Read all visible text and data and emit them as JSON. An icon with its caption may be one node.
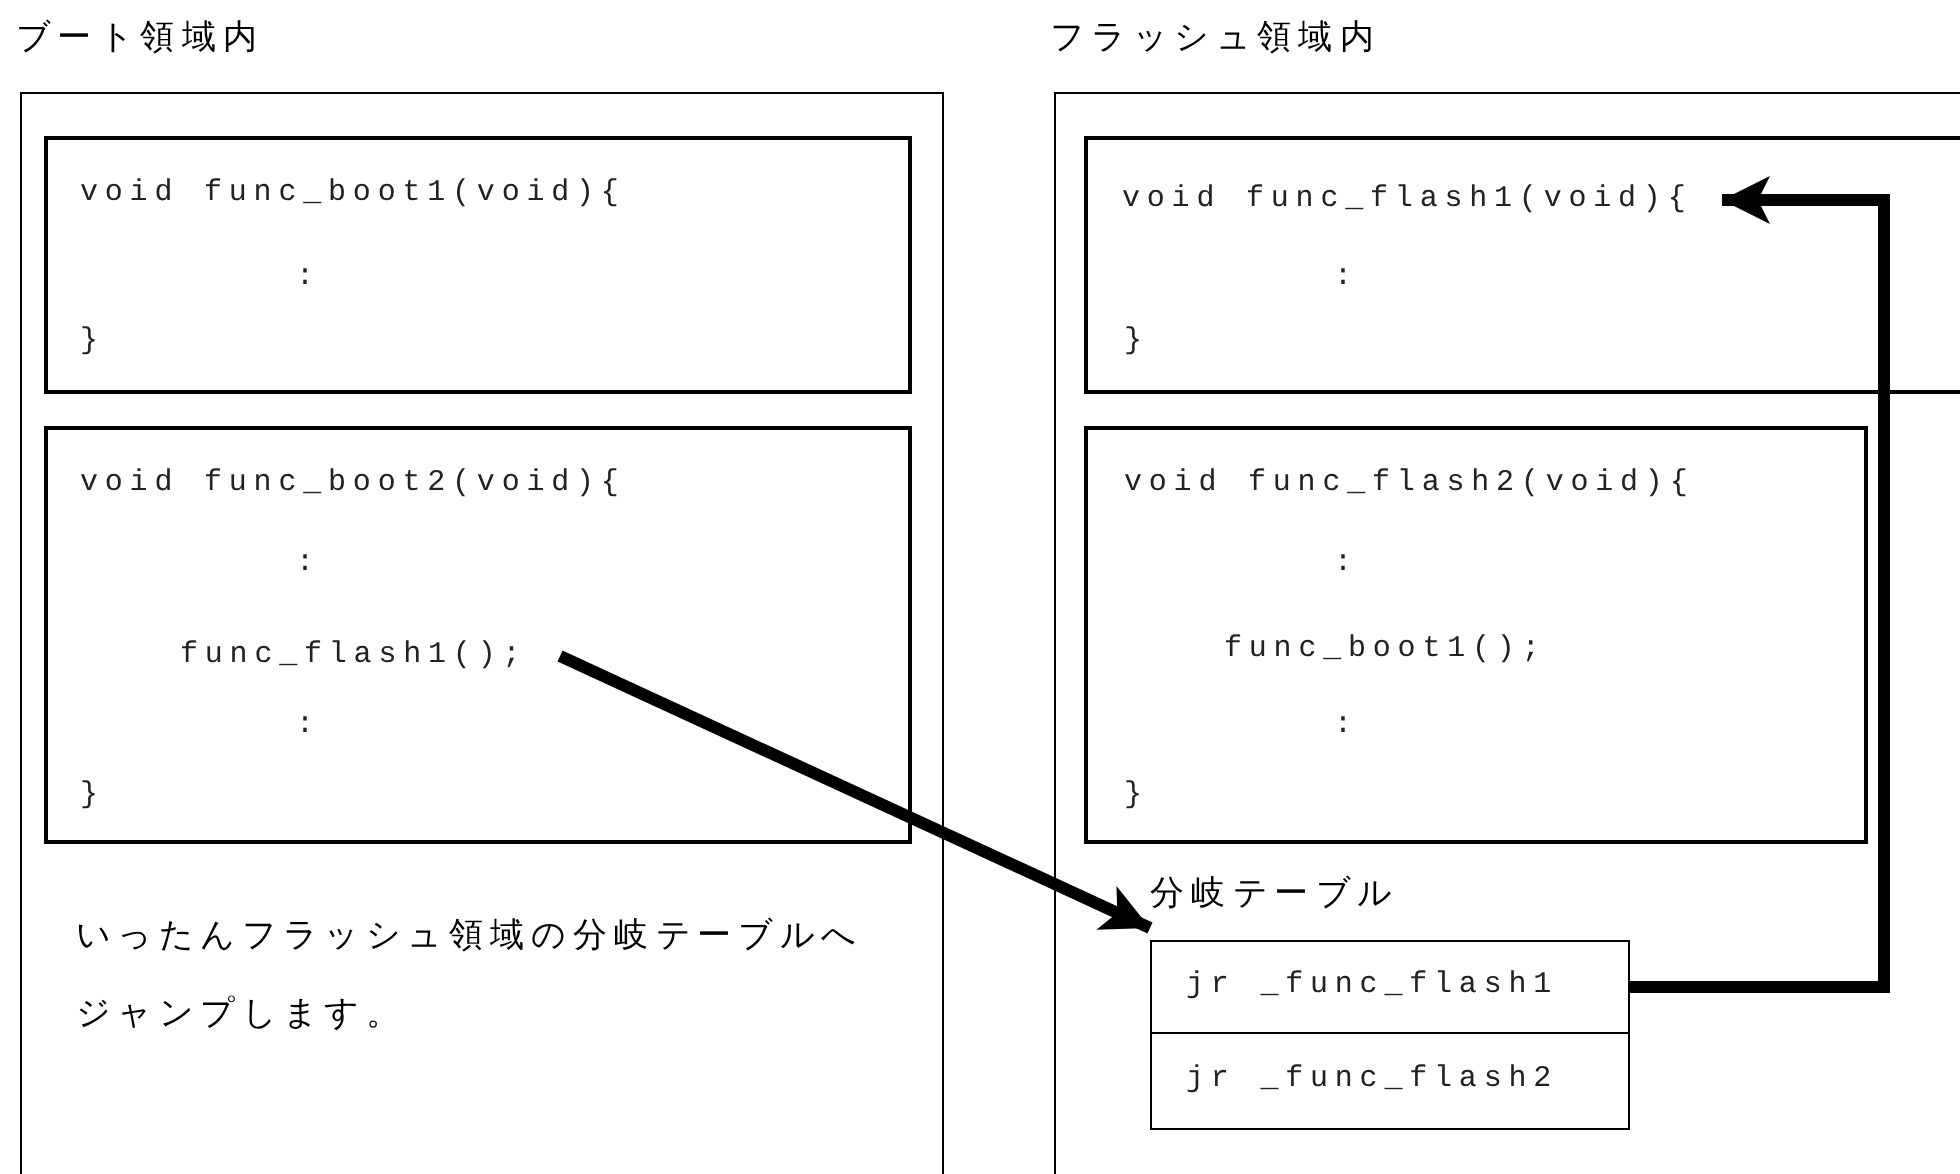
{
  "diagram": {
    "nodes": [
      {
        "text": [
          "ブート領域内"
        ]
      },
      {
        "text": [
          "void func_boot1(void){",
          ":",
          "}"
        ],
        "in": 0
      },
      {
        "text": [
          "void func_boot2(void){",
          ":",
          ":",
          "}"
        ],
        "in": 0
      },
      {
        "text": [
          "func_flash1();"
        ],
        "in": 2
      },
      {
        "text": [
          "フラッシュ領域内"
        ]
      },
      {
        "text": [
          ":",
          "}"
        ],
        "in": 4
      },
      {
        "text": [
          "void func_flash1(void){"
        ],
        "in": 5
      },
      {
        "text": [
          "void func_flash2(void){",
          ":",
          "func_boot1();",
          ":",
          "}"
        ],
        "in": 4
      },
      {
        "text": [
          "分岐テーブル"
        ],
        "in": 4
      },
      {
        "text": [
          "jr _func_flash1"
        ],
        "in": 8
      },
      {
        "text": [
          "jr _func_flash2"
        ],
        "in": 8
      }
    ],
    "edges": [
      {
        "from": 3,
        "to": 8,
        "arrow": "to"
      },
      {
        "from": 9,
        "to": 6,
        "arrow": "to"
      }
    ],
    "labels": [
      "いったんフラッシュ領域の分岐テーブルへジャンプします。"
    ]
  }
}
